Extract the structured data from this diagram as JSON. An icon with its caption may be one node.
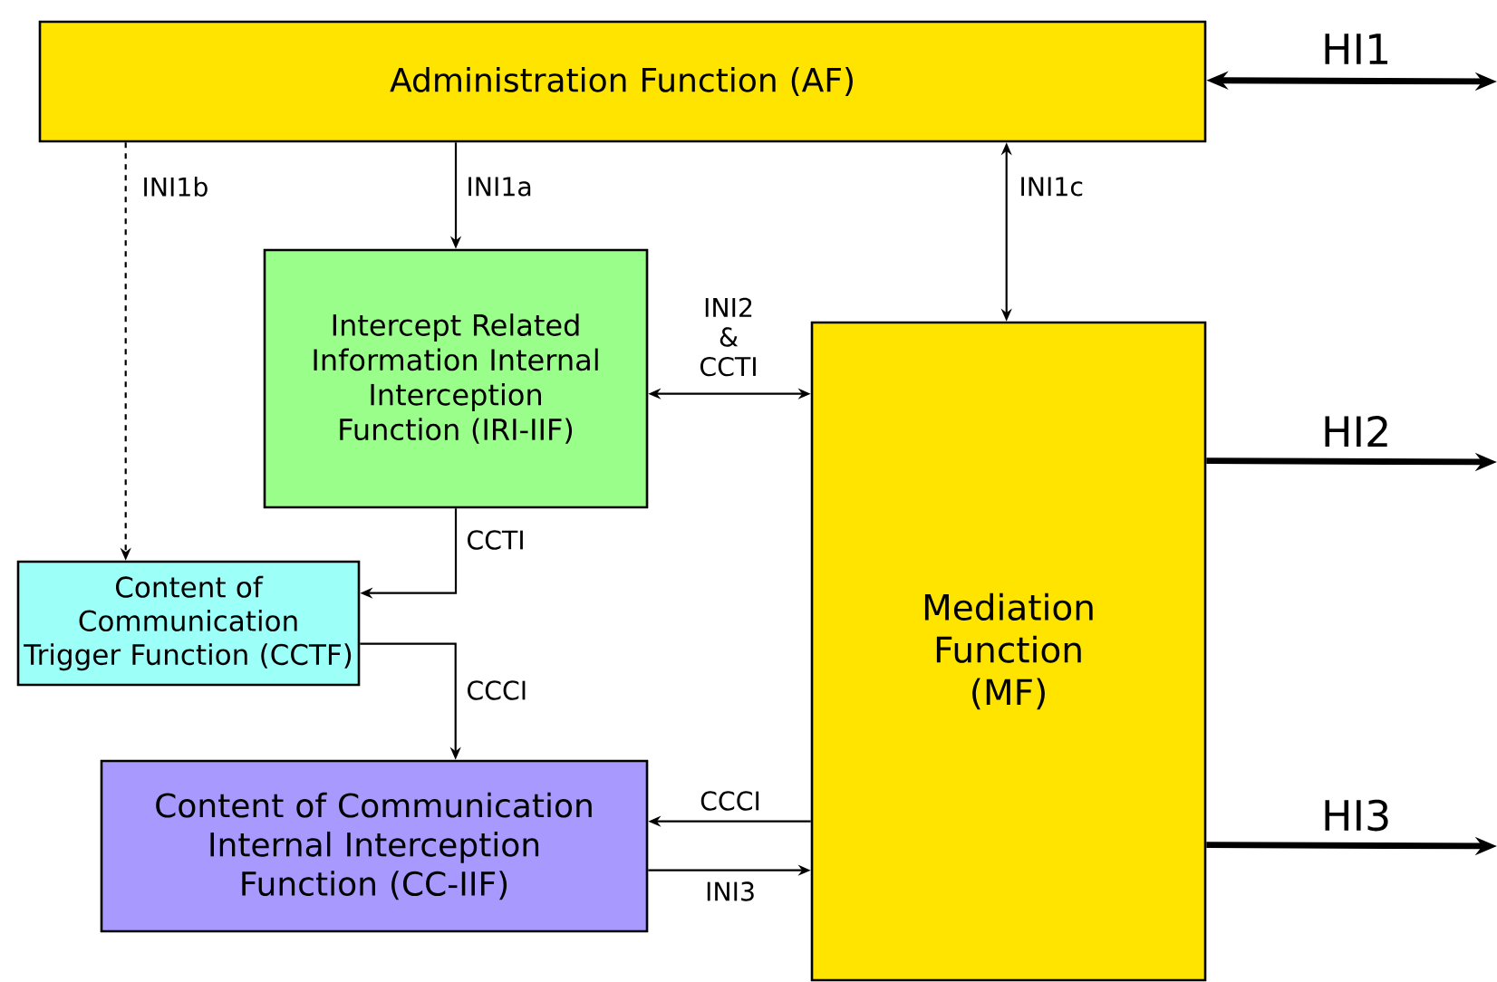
{
  "diagram": {
    "nodes": [
      {
        "text": [
          "Administration Function (AF)"
        ]
      },
      {
        "text": [
          "Intercept Related Information Internal Interception Function (IRI-IIF)"
        ]
      },
      {
        "text": [
          "Content of Communication Trigger Function (CCTF)"
        ]
      },
      {
        "text": [
          "Content of Communication Internal Interception Function (CC-IIF)"
        ]
      },
      {
        "text": [
          "Mediation Function (MF)"
        ]
      }
    ],
    "edges": [
      {
        "from": 0,
        "to": 2,
        "arrow": "to",
        "style": "dashed",
        "label": "INI1b"
      },
      {
        "from": 0,
        "to": 1,
        "arrow": "to",
        "label": "INI1a"
      },
      {
        "from": 0,
        "to": 4,
        "arrow": "both",
        "label": "INI1c"
      },
      {
        "from": 1,
        "to": 4,
        "arrow": "both",
        "label": "INI2 & CCTI"
      },
      {
        "from": 1,
        "to": 2,
        "arrow": "to",
        "label": "CCTI"
      },
      {
        "from": 2,
        "to": 3,
        "arrow": "to",
        "label": "CCCI"
      },
      {
        "from": 4,
        "to": 3,
        "arrow": "to",
        "label": "CCCI"
      },
      {
        "from": 3,
        "to": 4,
        "arrow": "to",
        "label": "INI3"
      },
      {
        "from": 0,
        "to": null,
        "arrow": "both",
        "style": "thick",
        "label": "HI1"
      },
      {
        "from": 4,
        "to": null,
        "arrow": "to",
        "style": "thick",
        "label": "HI2"
      },
      {
        "from": 4,
        "to": null,
        "arrow": "to",
        "style": "thick",
        "label": "HI3"
      }
    ]
  }
}
